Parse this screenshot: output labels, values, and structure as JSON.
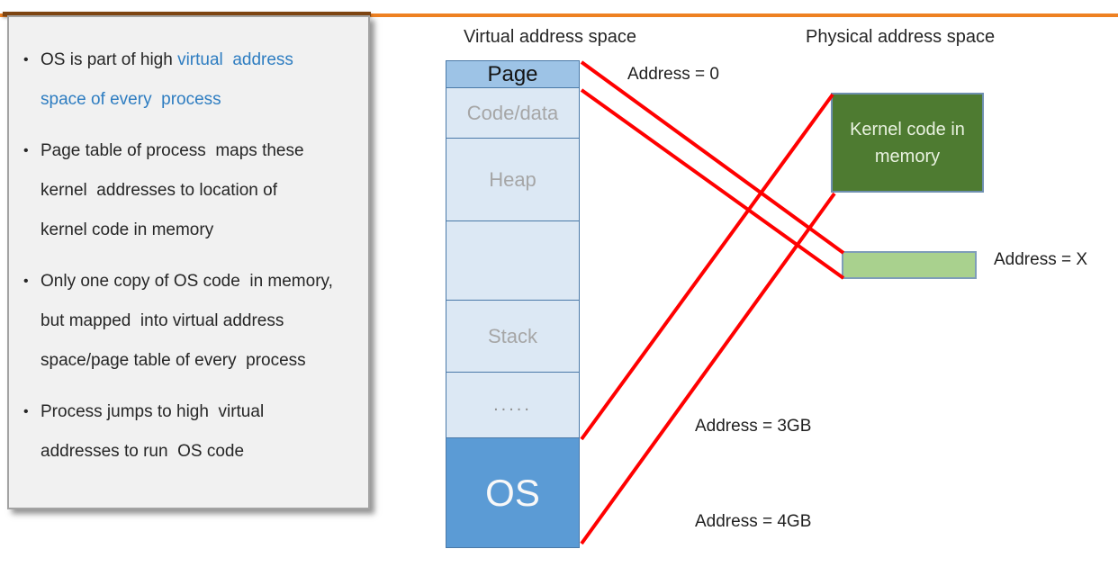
{
  "colors": {
    "top_rule_orange": "#EE8122",
    "top_rule_brown": "#7E4512",
    "accent_blue_text": "#2E7DC1",
    "page_cell_blue": "#9DC3E6",
    "light_cell_blue": "#DCE8F4",
    "os_cell_blue": "#5B9BD5",
    "kernel_green": "#4E7B31",
    "bar_light_green": "#A9D18E",
    "mapping_line_red": "#FF0000",
    "notes_box_bg": "#F1F1F1"
  },
  "notes": {
    "bullets": [
      {
        "lines": [
          {
            "parts": [
              {
                "t": "OS is part of high ",
                "accent": false
              },
              {
                "t": "virtual  address",
                "accent": true
              }
            ]
          },
          {
            "parts": [
              {
                "t": "space of every  process",
                "accent": true
              }
            ]
          }
        ]
      },
      {
        "lines": [
          {
            "parts": [
              {
                "t": "Page table of process  maps these",
                "accent": false
              }
            ]
          },
          {
            "parts": [
              {
                "t": "kernel  addresses to location of",
                "accent": false
              }
            ]
          },
          {
            "parts": [
              {
                "t": "kernel code in memory",
                "accent": false
              }
            ]
          }
        ]
      },
      {
        "lines": [
          {
            "parts": [
              {
                "t": "Only one copy of OS code  in memory,",
                "accent": false
              }
            ]
          },
          {
            "parts": [
              {
                "t": "but mapped  into virtual address",
                "accent": false
              }
            ]
          },
          {
            "parts": [
              {
                "t": "space/page table of every  process",
                "accent": false
              }
            ]
          }
        ]
      },
      {
        "lines": [
          {
            "parts": [
              {
                "t": "Process jumps to high  virtual",
                "accent": false
              }
            ]
          },
          {
            "parts": [
              {
                "t": "addresses to run  OS code",
                "accent": false
              }
            ]
          }
        ]
      }
    ]
  },
  "diagram": {
    "virtual_title": "Virtual address space",
    "physical_title": "Physical address space",
    "vas_cells": [
      {
        "label": "Page"
      },
      {
        "label": "Code/data"
      },
      {
        "label": "Heap"
      },
      {
        "label": ""
      },
      {
        "label": "Stack"
      },
      {
        "label": "....."
      },
      {
        "label": "OS"
      }
    ],
    "kernel_box_label": "Kernel code in memory",
    "address_labels": {
      "addr0": "Address = 0",
      "addrX": "Address = X",
      "addr3gb": "Address = 3GB",
      "addr4gb": "Address = 4GB"
    }
  }
}
